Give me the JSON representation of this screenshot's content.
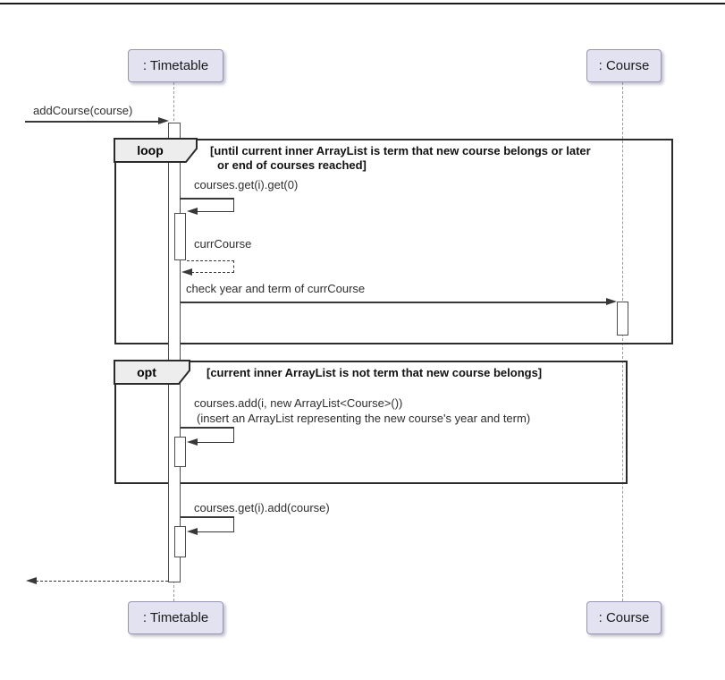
{
  "participants": {
    "timetable": ": Timetable",
    "course": ": Course"
  },
  "fragments": {
    "loop": {
      "operator": "loop",
      "guard_line1": "[until current inner ArrayList is term that new course belongs or later",
      "guard_line2": "or end of courses reached]"
    },
    "opt": {
      "operator": "opt",
      "guard": "[current inner ArrayList is not term that new course belongs]"
    }
  },
  "messages": {
    "add_course": "addCourse(course)",
    "get_first_course": "courses.get(i).get(0)",
    "curr_course": "currCourse",
    "check_year_term": "check year and term of currCourse",
    "insert_list_call": "courses.add(i, new ArrayList<Course>())",
    "insert_list_note": "(insert an ArrayList representing the new course's year and term)",
    "add_course_to_term": "courses.get(i).add(course)"
  },
  "colors": {
    "participant_fill": "#E2E2F0",
    "participant_border": "#9696B4",
    "fragment_border": "#2B2B2B",
    "pentagon_fill": "#EDEDED",
    "line_color": "#383838",
    "lifeline_color": "#9A9A9A",
    "activation_fill": "#FFFFFF",
    "activation_border": "#4D4D4D",
    "text_color": "#2E2E2E",
    "guard_color": "#111111",
    "page_rule": "#1A1A1A"
  }
}
